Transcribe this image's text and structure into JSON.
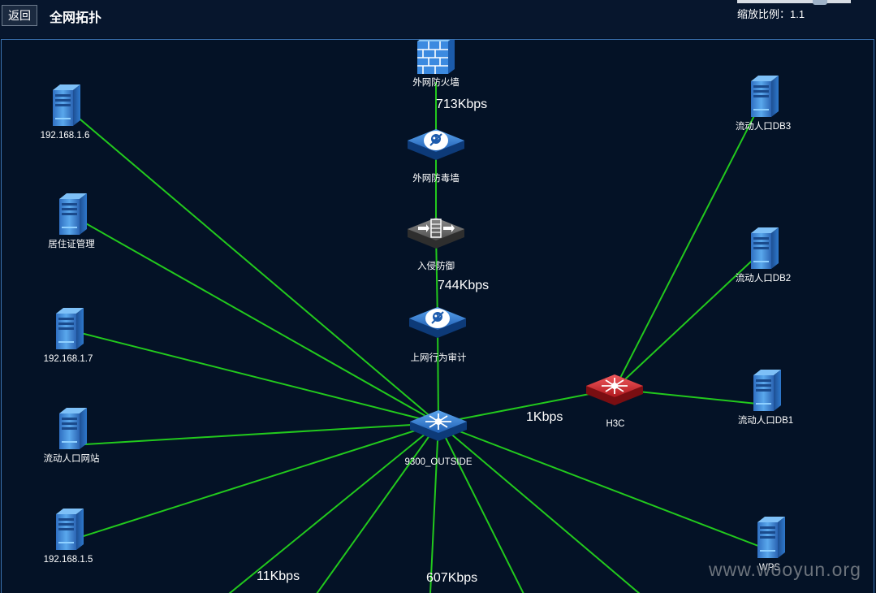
{
  "header": {
    "back_label": "返回",
    "title": "全网拓扑",
    "zoom_label": "缩放比例：1.1"
  },
  "colors": {
    "background": "#041226",
    "link": "#22c91d",
    "canvas_border": "#3b72b0",
    "core_switch": "#2f74c7",
    "h3c_switch": "#c4242a",
    "ips_device": "#555555"
  },
  "nodes": {
    "firewall": {
      "label": "外网防火墙",
      "icon": "firewall-icon"
    },
    "antivirus": {
      "label": "外网防毒墙",
      "icon": "antivirus-gateway-icon"
    },
    "ips": {
      "label": "入侵防御",
      "icon": "ips-device-icon"
    },
    "audit": {
      "label": "上网行为审计",
      "icon": "audit-device-icon"
    },
    "core": {
      "label": "9300_OUTSIDE",
      "icon": "core-switch-icon"
    },
    "h3c": {
      "label": "H3C",
      "icon": "switch-icon"
    },
    "s_1_6": {
      "label": "192.168.1.6",
      "icon": "server-icon"
    },
    "s_juzhu": {
      "label": "居住证管理",
      "icon": "server-icon"
    },
    "s_1_7": {
      "label": "192.168.1.7",
      "icon": "server-icon"
    },
    "s_web": {
      "label": "流动人口网站",
      "icon": "server-icon"
    },
    "s_1_5": {
      "label": "192.168.1.5",
      "icon": "server-icon"
    },
    "db3": {
      "label": "流动人口DB3",
      "icon": "server-icon"
    },
    "db2": {
      "label": "流动人口DB2",
      "icon": "server-icon"
    },
    "db1": {
      "label": "流动人口DB1",
      "icon": "server-icon"
    },
    "wps": {
      "label": "WPS",
      "icon": "server-icon"
    }
  },
  "link_rates": {
    "firewall_antivirus": "713Kbps",
    "ips_audit": "744Kbps",
    "core_h3c": "1Kbps",
    "bottom_left": "11Kbps",
    "bottom_center": "607Kbps"
  },
  "watermark": "www.wooyun.org"
}
